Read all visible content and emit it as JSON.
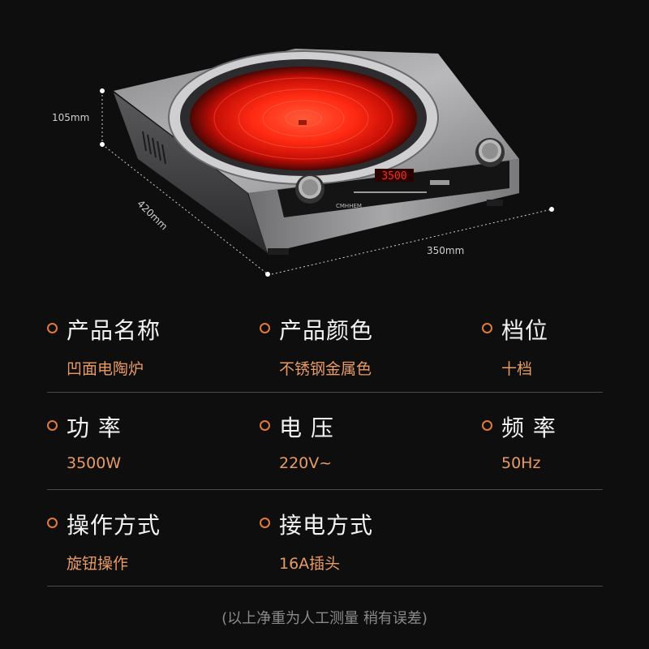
{
  "dimensions": {
    "height_label": "105mm",
    "depth_label": "420mm",
    "width_label": "350mm"
  },
  "cooktop_display": {
    "power_readout": "3500",
    "brand_text": "CMHHEM"
  },
  "specs": [
    {
      "title": "产品名称",
      "value": "凹面电陶炉"
    },
    {
      "title": "产品颜色",
      "value": "不锈钢金属色"
    },
    {
      "title": "档位",
      "value": "十档"
    },
    {
      "title": "功 率",
      "value": "3500W"
    },
    {
      "title": "电 压",
      "value": "220V~"
    },
    {
      "title": "频 率",
      "value": "50Hz"
    },
    {
      "title": "操作方式",
      "value": "旋钮操作"
    },
    {
      "title": "接电方式",
      "value": "16A插头"
    }
  ],
  "footer_note": "(以上净重为人工测量 稍有误差)",
  "colors": {
    "background": "#0e0e0e",
    "accent": "#e07a3a",
    "value_text": "#e89a66",
    "divider": "#4a4a4a"
  }
}
